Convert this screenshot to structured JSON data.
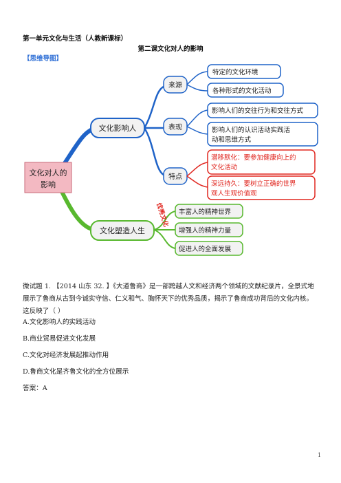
{
  "header": {
    "unit_title": "第一单元文化与生活（人教新课标）",
    "lesson_title": "第二课文化对人的影响",
    "mindmap_label": "【思维导图】"
  },
  "mindmap": {
    "center": "文化对人的影响",
    "center_line1": "文化对人的",
    "center_line2": "影响",
    "branch_influence": "文化影响人",
    "branch_shape": "文化塑造人生",
    "sub_source": "来源",
    "sub_manifest": "表现",
    "sub_feature": "特点",
    "leaf_source_1": "特定的文化环境",
    "leaf_source_2": "各种形式的文化活动",
    "leaf_manifest_1": "影响人们的交往行为和交往方式",
    "leaf_manifest_2_line1": "影响人们的认识活动实践活",
    "leaf_manifest_2_line2": "动和思维方式",
    "leaf_feature_1_line1": "潜移默化：要参加健康向上的",
    "leaf_feature_1_line2": "文化活动",
    "leaf_feature_2_line1": "深远持久：要树立正确的世界",
    "leaf_feature_2_line2": "观人生观价值观",
    "connector_label": "优秀文化",
    "leaf_shape_1": "丰富人的精神世界",
    "leaf_shape_2": "增强人的精神力量",
    "leaf_shape_3": "促进人的全面发展",
    "colors": {
      "blue": "#1f63c8",
      "green": "#58b82e",
      "red": "#e0261f",
      "orange": "#e8a33a",
      "pink_fill": "#f3b9c2",
      "box_fill": "#f2f2f2"
    }
  },
  "question": {
    "text": "微试题 1. 【2014 山东 32. 】《大道鲁商》是一部跨越人文和经济两个领域的文献纪录片，全景式地展示了鲁商从古到今诚实守信、仁义和气、胸怀天下的优秀品质，揭示了鲁商成功背后的文化内核。这反映了（ ）",
    "options": [
      "A.文化影响人的实践活动",
      "B.商业贸易促进文化发展",
      "C.文化对经济发展起推动作用",
      "D.鲁商文化是齐鲁文化的全方位展示"
    ],
    "answer": "答案：A"
  },
  "footer": {
    "page_number": "1"
  }
}
